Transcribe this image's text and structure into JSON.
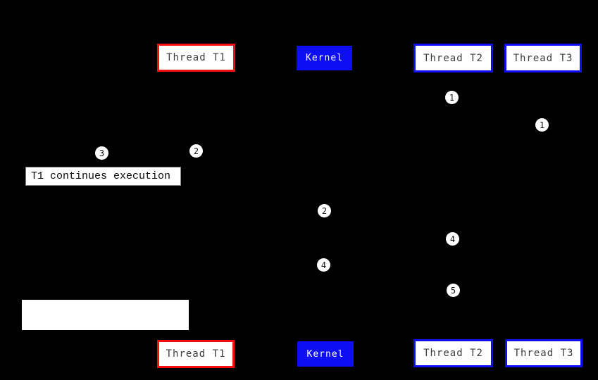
{
  "diagram": {
    "type": "sequence-diagram",
    "background": "#000000",
    "participants": {
      "t1": "Thread T1",
      "kernel": "Kernel",
      "t2": "Thread T2",
      "t3": "Thread T3"
    },
    "colors": {
      "t1_border": "#F60D0D",
      "t2_t3_border": "#0D0DF6",
      "kernel_fill": "#0D0DF6",
      "kernel_text": "#FFFFFF",
      "participant_fill": "#FFFFFF",
      "participant_text": "#3D3D3D",
      "badge_fill": "#FFFFFF",
      "badge_text": "#111111",
      "note_fill": "#FFFFFF",
      "note_border": "#808080",
      "note_text": "#0A0A0A"
    },
    "badges": {
      "b1": "1",
      "b2": "1",
      "b3": "2",
      "b4": "3",
      "b5": "2",
      "b6": "4",
      "b7": "4",
      "b8": "5"
    },
    "notes": {
      "t1_note": "T1 continues execution",
      "blank_note": ""
    }
  }
}
